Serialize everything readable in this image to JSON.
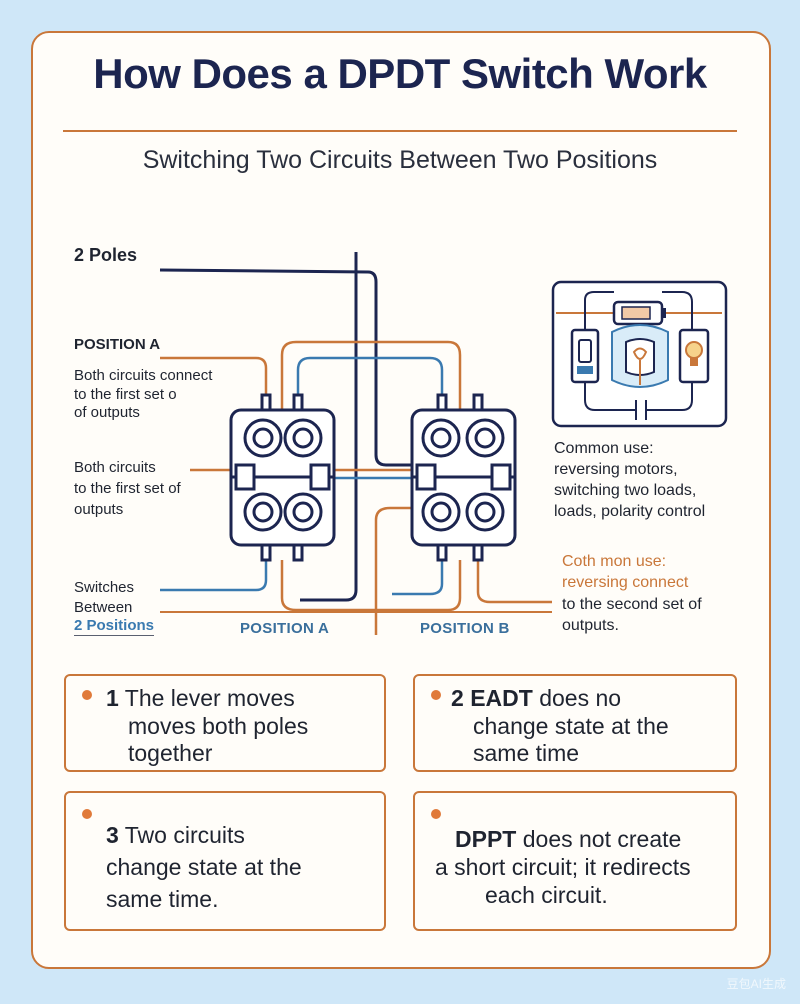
{
  "header": {
    "title": "How Does a DPDT Switch Work",
    "subtitle": "Switching Two Circuits Between Two Positions"
  },
  "diagram": {
    "labels": {
      "poles": "2 Poles",
      "position_a_heading": "POSITION A",
      "position_a_line1": "Both circuits connect",
      "position_a_line2": "to the first set o",
      "position_a_line3": "of outputs",
      "mid_line1": "Both circuits",
      "mid_line2": "to the first set of",
      "mid_line3": "outputs",
      "switches_line1": "Switches",
      "switches_line2": "Between",
      "switches_line3": "2 Positions",
      "caption_a": "POSITION A",
      "caption_b": "POSITION B",
      "common_line1": "Common use:",
      "common_line2": "reversing motors,",
      "common_line3": "switching two loads,",
      "common_line4": "loads, polarity control",
      "second_line1": "Coth mon use:",
      "second_line2": "reversing connect",
      "second_line3": "to the second set of",
      "second_line4": "outputs."
    },
    "colors": {
      "navy": "#1c2550",
      "orange": "#c9773a",
      "blue": "#3a7ab0"
    }
  },
  "facts": [
    {
      "num": "1",
      "lines": [
        "The lever moves",
        "moves both poles",
        "together"
      ]
    },
    {
      "num": "2",
      "lead": "EADT",
      "lines": [
        "does no",
        "change state at the",
        "same time"
      ]
    },
    {
      "num": "3",
      "lines": [
        "Two circuits",
        "change state at the",
        "same time."
      ]
    },
    {
      "lead": "DPPT",
      "lines": [
        "does not create",
        "a short circuit; it redirects",
        "each circuit."
      ]
    }
  ],
  "watermark": "豆包AI生成"
}
